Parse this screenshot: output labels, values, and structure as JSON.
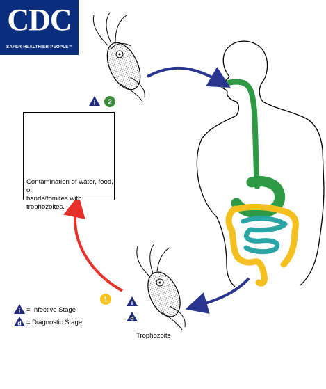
{
  "logo": {
    "name": "CDC",
    "tagline": "SAFER·HEALTHIER·PEOPLE™"
  },
  "contamination": {
    "text_line1": "Contamination of water, food, or",
    "text_line2": "hands/fomites with trophozoites.",
    "step_icon": "i",
    "step_number": "2"
  },
  "step1": {
    "number": "1",
    "icons": [
      "i",
      "d"
    ]
  },
  "trophozoite_label": "Trophozoite",
  "legend": {
    "infective_symbol": "i",
    "infective_label": "= Infective Stage",
    "diagnostic_symbol": "d",
    "diagnostic_label": "= Diagnostic Stage"
  },
  "colors": {
    "logo_blue": "#0a2e7d",
    "arrow_blue": "#2a3590",
    "arrow_red": "#e8302a",
    "badge_navy": "#1f2a7a",
    "badge_green": "#3a8a3a",
    "badge_yellow": "#f6c21c",
    "digestive_green": "#2e9a46",
    "intestine_yellow": "#f3c020",
    "intestine_teal": "#2aa5a5"
  }
}
